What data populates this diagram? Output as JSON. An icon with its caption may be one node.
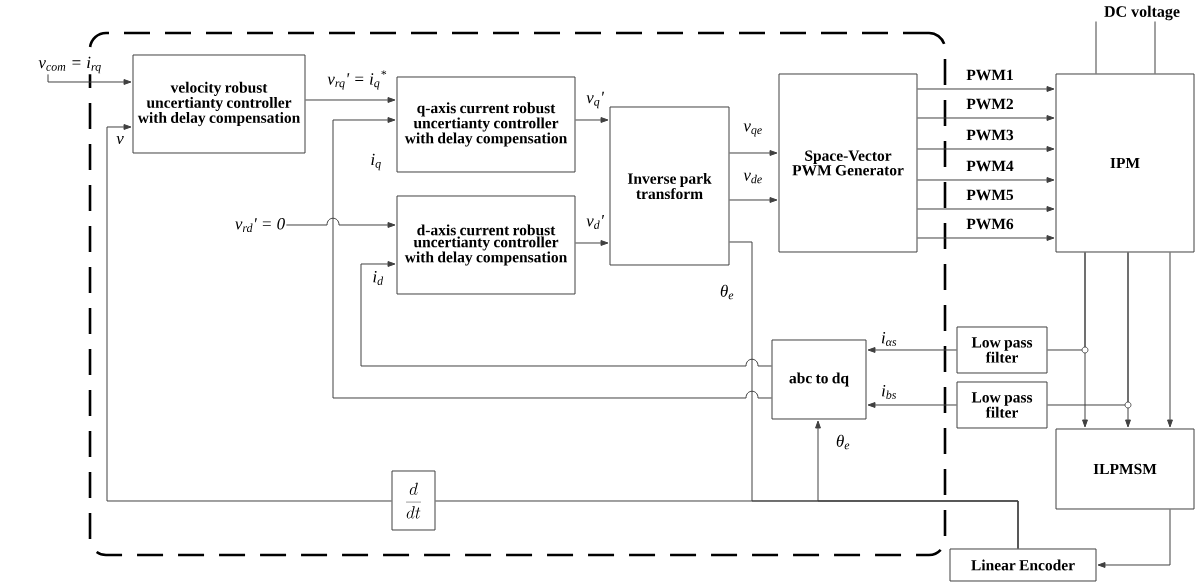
{
  "diagram": {
    "nodes": [
      {
        "text": [],
        "shape": "box"
      },
      {
        "text": [
          "velocity robust uncertianty controller with delay compensation"
        ],
        "in": 0
      },
      {
        "text": [
          "q-axis current robust uncertianty controller with delay compensation"
        ],
        "in": 0
      },
      {
        "text": [
          "d-axis current robust uncertianty controller with delay compensation"
        ],
        "in": 0
      },
      {
        "text": [
          "Inverse park transform"
        ],
        "in": 0
      },
      {
        "text": [
          "Space-Vector PWM Generator"
        ],
        "in": 0
      },
      {
        "text": [
          "IPM"
        ]
      },
      {
        "text": [
          "Low pass filter"
        ]
      },
      {
        "text": [
          "Low pass filter"
        ]
      },
      {
        "text": [
          "abc to dq"
        ],
        "in": 0
      },
      {
        "text": [
          "ILPMSM"
        ]
      },
      {
        "text": [
          "Linear Encoder"
        ]
      },
      {
        "text": [
          "\\frac{d}{dt}"
        ],
        "in": 0
      },
      {
        "text": [
          "DC voltage"
        ]
      },
      {
        "text": [
          "v$_{com}$ = i$_{rq}$"
        ]
      },
      {
        "text": [
          "v$_{rd}$' = 0"
        ],
        "in": 0
      }
    ],
    "edges": [
      {
        "from": 14,
        "to": 1,
        "arrow": "to"
      },
      {
        "from": 1,
        "to": 2,
        "arrow": "to",
        "label": "v$_{rq}$' = i$_{q}$$^{*}$"
      },
      {
        "from": 2,
        "to": 4,
        "arrow": "to",
        "label": "v$_{q}$'"
      },
      {
        "from": 3,
        "to": 4,
        "arrow": "to",
        "label": "v$_{d}$'"
      },
      {
        "from": 4,
        "to": 5,
        "arrow": "to",
        "label": "v$_{qe}$"
      },
      {
        "from": 4,
        "to": 5,
        "arrow": "to",
        "label": "v$_{de}$"
      },
      {
        "from": 5,
        "to": 6,
        "arrow": "to",
        "label": "PWM1"
      },
      {
        "from": 5,
        "to": 6,
        "arrow": "to",
        "label": "PWM2"
      },
      {
        "from": 5,
        "to": 6,
        "arrow": "to",
        "label": "PWM3"
      },
      {
        "from": 5,
        "to": 6,
        "arrow": "to",
        "label": "PWM4"
      },
      {
        "from": 5,
        "to": 6,
        "arrow": "to",
        "label": "PWM5"
      },
      {
        "from": 5,
        "to": 6,
        "arrow": "to",
        "label": "PWM6"
      },
      {
        "from": 15,
        "to": 3,
        "arrow": "to"
      },
      {
        "from": 9,
        "to": 2,
        "arrow": "to",
        "label": "i$_{q}$"
      },
      {
        "from": 9,
        "to": 3,
        "arrow": "to",
        "label": "i$_{d}$"
      },
      {
        "from": 7,
        "to": 9,
        "arrow": "to",
        "label": "i$_{αs}$"
      },
      {
        "from": 8,
        "to": 9,
        "arrow": "to",
        "label": "i$_{bs}$"
      },
      {
        "from": 13,
        "to": 6,
        "arrow": "none"
      },
      {
        "from": 13,
        "to": 6,
        "arrow": "none"
      },
      {
        "from": 6,
        "to": 10,
        "arrow": "to"
      },
      {
        "from": 6,
        "to": 10,
        "arrow": "to"
      },
      {
        "from": 6,
        "to": 10,
        "arrow": "to"
      },
      {
        "from": 6,
        "to": 7,
        "arrow": "none"
      },
      {
        "from": 6,
        "to": 8,
        "arrow": "none"
      },
      {
        "from": 10,
        "to": 11,
        "arrow": "to"
      },
      {
        "from": 11,
        "to": 12,
        "arrow": "none"
      },
      {
        "from": 12,
        "to": 1,
        "arrow": "to",
        "label": "v"
      },
      {
        "from": 11,
        "to": 9,
        "arrow": "to",
        "label": "θ$_{e}$"
      },
      {
        "from": 11,
        "to": 4,
        "arrow": "none",
        "label": "θ$_{e}$"
      }
    ]
  }
}
